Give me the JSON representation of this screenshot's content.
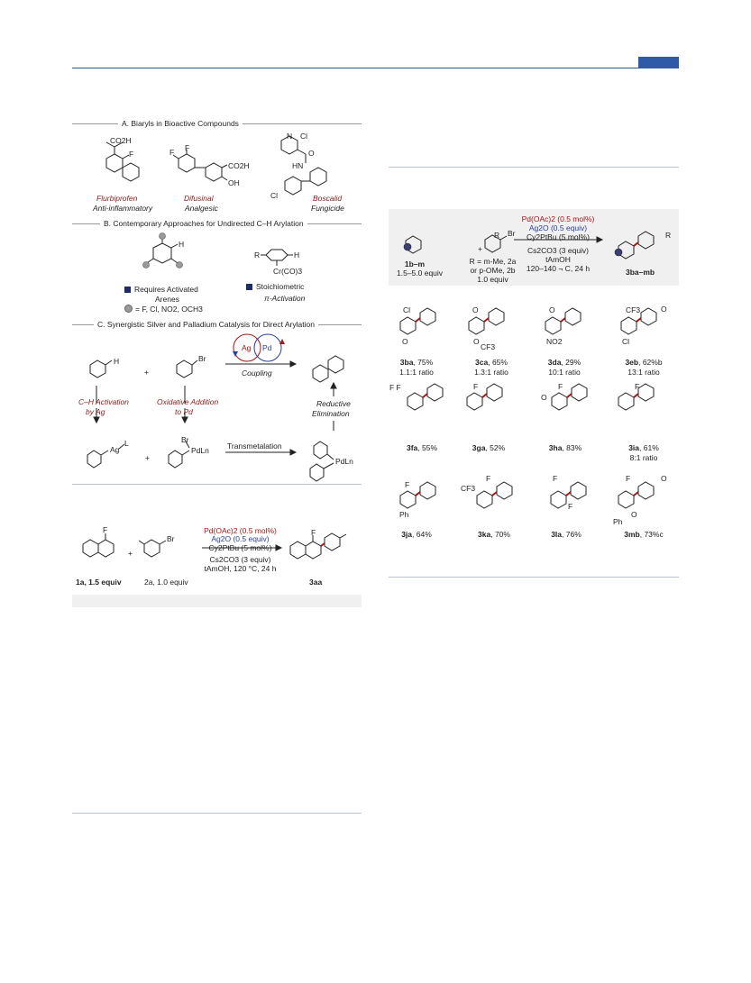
{
  "figureA": {
    "title": "A. Biaryls in Bioactive Compounds",
    "compounds": [
      {
        "name": "Flurbiprofen",
        "use": "Anti-inflammatory"
      },
      {
        "name": "Difusinal",
        "use": "Analgesic"
      },
      {
        "name": "Boscalid",
        "use": "Fungicide"
      }
    ],
    "atoms": {
      "co2h": "CO2H",
      "f": "F",
      "oh": "OH",
      "cl": "Cl",
      "o": "O",
      "hn": "HN",
      "n": "N"
    }
  },
  "figureB": {
    "title": "B. Contemporary Approaches for Undirected C–H Arylation",
    "left_note_1": "Requires Activated",
    "left_note_2": "Arenes",
    "left_note_3": "= F, Cl, NO2, OCH3",
    "right_note_1": "Stoichiometric",
    "right_note_2": "π-Activation",
    "r_label": "R",
    "h_label": "H",
    "cr_label": "Cr(CO)3"
  },
  "figureC": {
    "title": "C. Synergistic Silver and Palladium Catalysis for Direct Arylation",
    "ag": "Ag",
    "pd": "Pd",
    "coupling": "Coupling",
    "step1": "C–H Activation",
    "step1b": "by Ag",
    "step2": "Oxidative Addition",
    "step2b": "to Pd",
    "step3": "Reductive",
    "step3b": "Elimination",
    "transmetalation": "Transmetalation",
    "plus": "+",
    "h": "H",
    "br": "Br",
    "agl": "Ag",
    "l": "L",
    "pdln": "PdLn"
  },
  "scheme1": {
    "cond1": "Pd(OAc)2 (0.5 mol%)",
    "cond2": "Ag2O (0.5 equiv)",
    "cond3": "Cy2PtBu (5 mol%)",
    "cond4": "Cs2CO3 (3 equiv)",
    "cond5": "tAmOH, 120 °C, 24 h",
    "reagent1": "1a, 1.5 equiv",
    "reagent2": "2a, 1.0 equiv",
    "product": "3aa",
    "plus": "+",
    "f": "F",
    "br": "Br"
  },
  "scheme2": {
    "cond1": "Pd(OAc)2 (0.5 mol%)",
    "cond2": "Ag2O (0.5 equiv)",
    "cond3": "Cy2PtBu (5 mol%)",
    "cond4": "Cs2CO3 (3 equiv)",
    "cond5": "tAmOH",
    "cond6": "120–140 ¬ C, 24 h",
    "reagent1": "1b–m",
    "reagent1_eq": "1.5–5.0 equiv",
    "reagent2_line1": "R = m-Me, 2a",
    "reagent2_line2": "or p-OMe, 2b",
    "reagent2_line3": "1.0 equiv",
    "product": "3ba–mb",
    "plus": "+",
    "r": "R",
    "br": "Br"
  },
  "products": [
    {
      "id": "3ba",
      "yield": ", 75%",
      "ratio": "1.1:1 ratio"
    },
    {
      "id": "3ca",
      "yield": ", 65%",
      "ratio": "1.3:1 ratio"
    },
    {
      "id": "3da",
      "yield": ", 29%",
      "ratio": "10:1 ratio"
    },
    {
      "id": "3eb",
      "yield": ", 62%b",
      "ratio": "13:1 ratio"
    },
    {
      "id": "3fa",
      "yield": ", 55%",
      "ratio": ""
    },
    {
      "id": "3ga",
      "yield": ", 52%",
      "ratio": ""
    },
    {
      "id": "3ha",
      "yield": ", 83%",
      "ratio": ""
    },
    {
      "id": "3ia",
      "yield": ", 61%",
      "ratio": "8:1 ratio"
    },
    {
      "id": "3ja",
      "yield": ", 64%",
      "ratio": ""
    },
    {
      "id": "3ka",
      "yield": ", 70%",
      "ratio": ""
    },
    {
      "id": "3la",
      "yield": ", 76%",
      "ratio": ""
    },
    {
      "id": "3mb",
      "yield": ", 73%c",
      "ratio": ""
    }
  ],
  "struct_labels": {
    "cl": "Cl",
    "o": "O",
    "ocf3": "CF3",
    "no2": "NO2",
    "cf3": "CF3",
    "f": "F",
    "ph": "Ph",
    "pho": "O",
    "ff": "F F"
  },
  "colors": {
    "accent": "#2e5aa8",
    "red_bond": "#a01818",
    "label_red": "#8b1a1a",
    "navy": "#1d2a6b"
  }
}
